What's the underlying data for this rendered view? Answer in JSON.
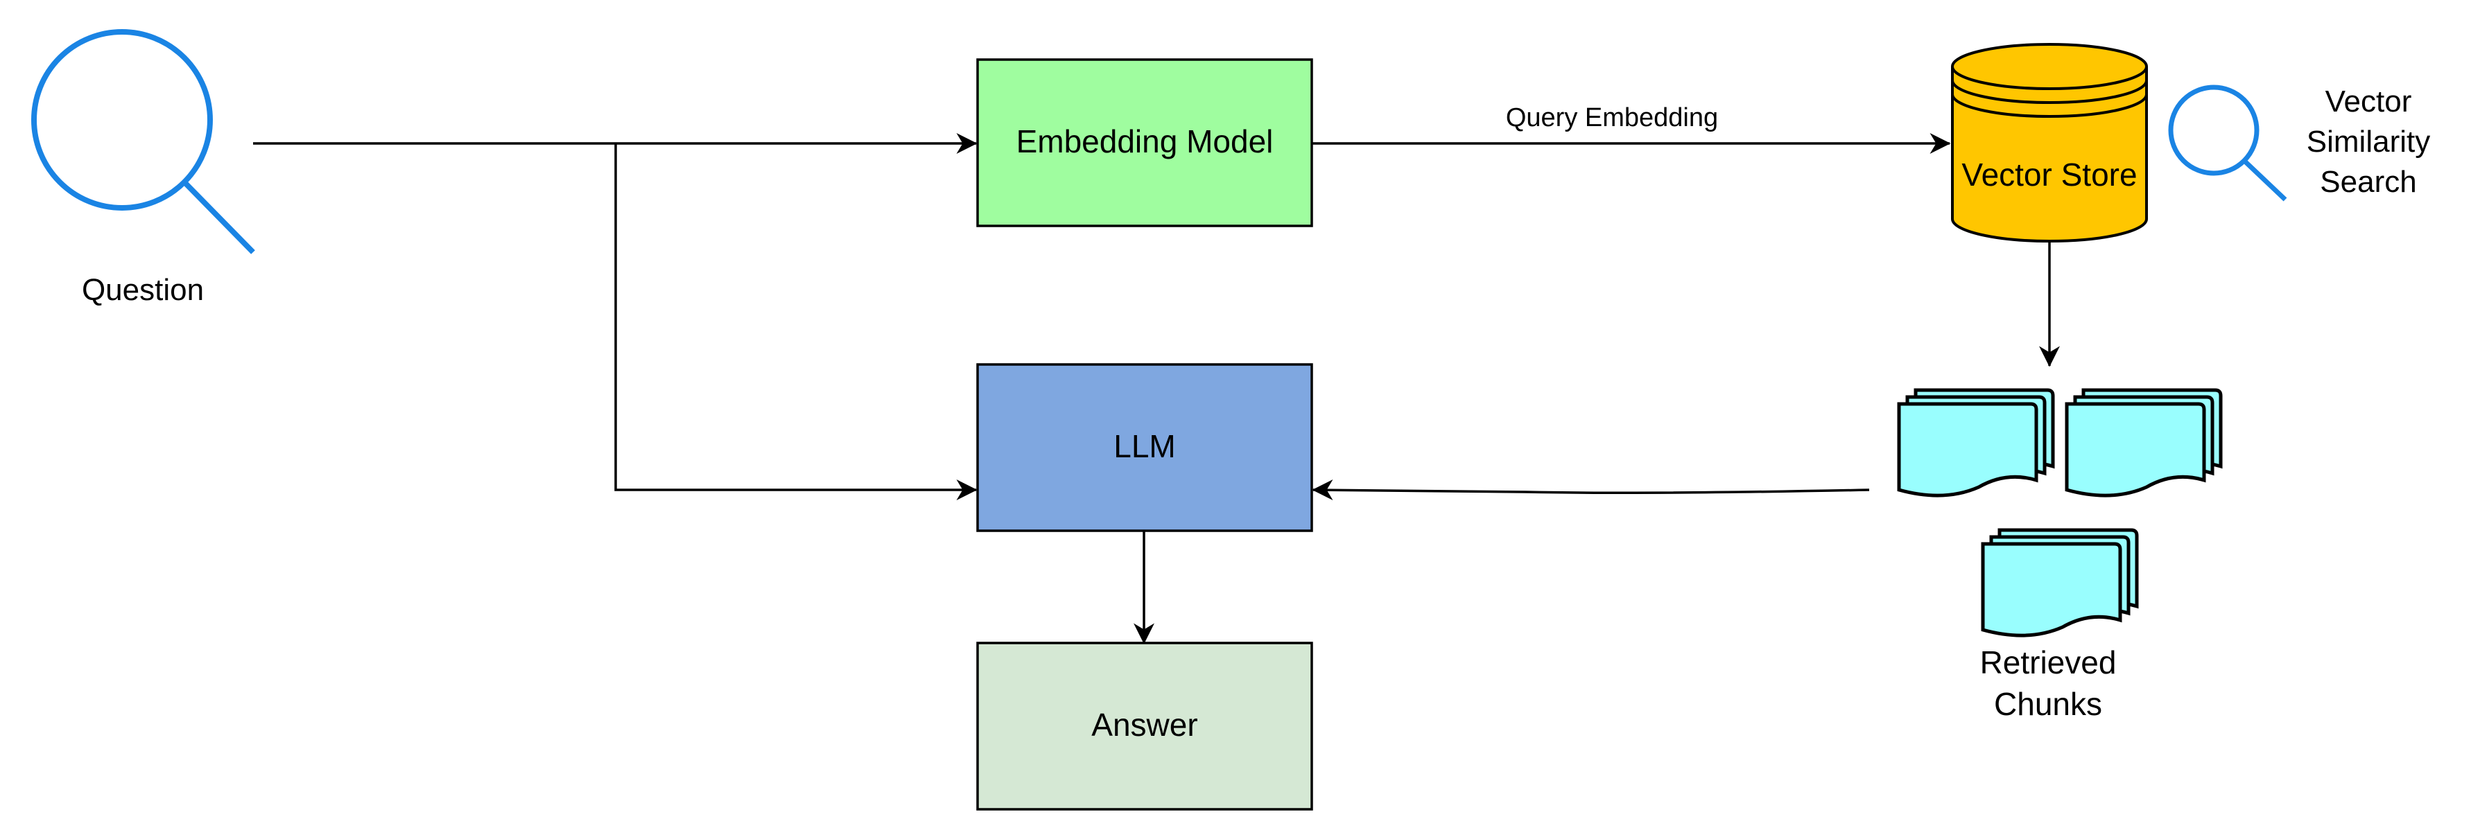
{
  "diagram": {
    "question": {
      "label": "Question",
      "icon": "search-icon"
    },
    "embedding_model": {
      "label": "Embedding Model",
      "fill": "#9ffd9f"
    },
    "llm": {
      "label": "LLM",
      "fill": "#7fa7e0"
    },
    "answer": {
      "label": "Answer",
      "fill": "#d5e8d4"
    },
    "vector_store": {
      "label": "Vector Store",
      "fill": "#ffc600"
    },
    "vector_search": {
      "label_lines": [
        "Vector",
        "Similarity",
        "Search"
      ],
      "icon": "search-icon"
    },
    "retrieved_chunks": {
      "label_lines": [
        "Retrieved",
        "Chunks"
      ],
      "icon": "document-stack-icon",
      "fill": "#99fefe"
    },
    "edges": {
      "query_embedding": "Query Embedding"
    },
    "colors": {
      "icon_blue": "#1a84e4",
      "stroke": "#000000"
    }
  }
}
